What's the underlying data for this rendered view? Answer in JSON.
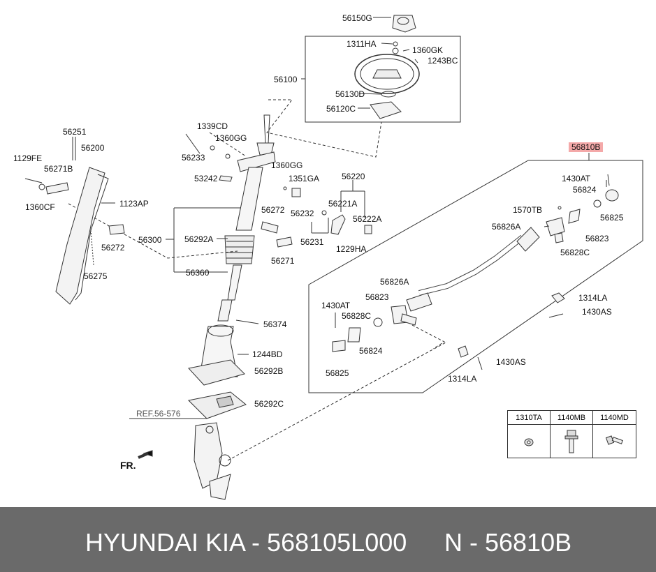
{
  "labels": {
    "p56150G": "56150G",
    "p1311HA": "1311HA",
    "p1360GK": "1360GK",
    "p1243BC": "1243BC",
    "p56100": "56100",
    "p56130D": "56130D",
    "p56120C": "56120C",
    "p1339CD": "1339CD",
    "p1360GG_a": "1360GG",
    "p56233": "56233",
    "p56251": "56251",
    "p56200": "56200",
    "p1129FE": "1129FE",
    "p56271B": "56271B",
    "p1360CF": "1360CF",
    "p1123AP": "1123AP",
    "p56272_a": "56272",
    "p56275": "56275",
    "p53242": "53242",
    "p1360GG_b": "1360GG",
    "p1351GA": "1351GA",
    "p56220": "56220",
    "p56272_b": "56272",
    "p56232": "56232",
    "p56221A": "56221A",
    "p56222A": "56222A",
    "p56300": "56300",
    "p56292A": "56292A",
    "p56231": "56231",
    "p1229HA": "1229HA",
    "p56271": "56271",
    "p56360": "56360",
    "p56374": "56374",
    "p1244BD": "1244BD",
    "p56292B": "56292B",
    "p56292C": "56292C",
    "pREF": "REF.56-576",
    "pFR": "FR.",
    "p56810B": "56810B",
    "p1430AT_a": "1430AT",
    "p56824_a": "56824",
    "p1570TB": "1570TB",
    "p56826A_a": "56826A",
    "p56825_a": "56825",
    "p56823_a": "56823",
    "p56828C_a": "56828C",
    "p56826A_b": "56826A",
    "p1430AT_b": "1430AT",
    "p56823_b": "56823",
    "p56828C_b": "56828C",
    "p56824_b": "56824",
    "p56825_b": "56825",
    "p1314LA_a": "1314LA",
    "p1430AS_a": "1430AS",
    "p1314LA_b": "1314LA",
    "p1430AS_b": "1430AS"
  },
  "fasteners_table": {
    "headers": [
      "1310TA",
      "1140MB",
      "1140MD"
    ]
  },
  "footer": {
    "brand": "HYUNDAI  KIA - 568105L000",
    "part": "N - 56810B"
  },
  "colors": {
    "highlight": "#f4a9a9",
    "footer_bg": "#6a6a6a"
  }
}
